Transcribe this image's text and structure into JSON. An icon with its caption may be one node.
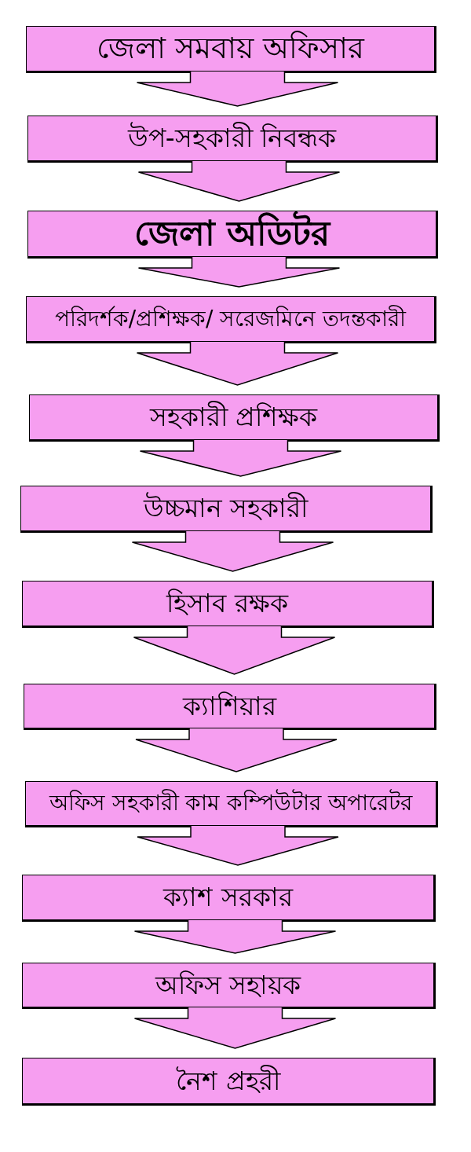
{
  "diagram": {
    "nodes": [
      {
        "text": [
          "জেলা সমবায় অফিসার"
        ]
      },
      {
        "text": [
          "উপ-সহকারী নিবন্ধক"
        ]
      },
      {
        "text": [
          "জেলা অডিটর"
        ]
      },
      {
        "text": [
          "পরিদর্শক/প্রশিক্ষক/ সরেজমিনে তদন্তকারী"
        ]
      },
      {
        "text": [
          "সহকারী প্রশিক্ষক"
        ]
      },
      {
        "text": [
          "উচ্চমান সহকারী"
        ]
      },
      {
        "text": [
          "হিসাব রক্ষক"
        ]
      },
      {
        "text": [
          "ক্যাশিয়ার"
        ]
      },
      {
        "text": [
          "অফিস সহকারী কাম কম্পিউটার অপারেটর"
        ]
      },
      {
        "text": [
          "ক্যাশ সরকার"
        ]
      },
      {
        "text": [
          "অফিস সহায়ক"
        ]
      },
      {
        "text": [
          "নৈশ প্রহরী"
        ]
      }
    ],
    "edges": [
      {
        "from": 0,
        "to": 1,
        "arrow": "to"
      },
      {
        "from": 1,
        "to": 2,
        "arrow": "to"
      },
      {
        "from": 2,
        "to": 3,
        "arrow": "to"
      },
      {
        "from": 3,
        "to": 4,
        "arrow": "to"
      },
      {
        "from": 4,
        "to": 5,
        "arrow": "to"
      },
      {
        "from": 5,
        "to": 6,
        "arrow": "to"
      },
      {
        "from": 6,
        "to": 7,
        "arrow": "to"
      },
      {
        "from": 7,
        "to": 8,
        "arrow": "to"
      },
      {
        "from": 8,
        "to": 9,
        "arrow": "to"
      },
      {
        "from": 9,
        "to": 10,
        "arrow": "to"
      },
      {
        "from": 10,
        "to": 11,
        "arrow": "to"
      }
    ]
  }
}
